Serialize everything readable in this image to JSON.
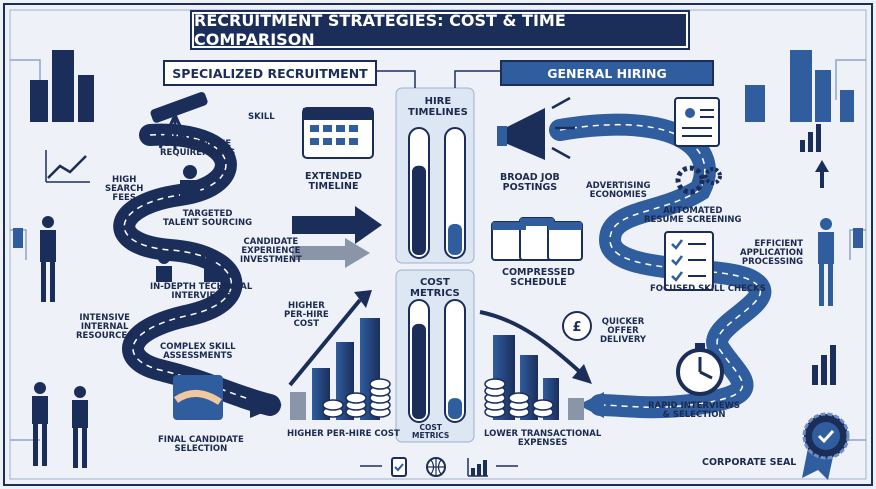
{
  "title": "RECRUITMENT STRATEGIES: COST & TIME COMPARISON",
  "left_banner": "SPECIALIZED RECRUITMENT",
  "right_banner": "GENERAL HIRING",
  "left_steps": {
    "skill": "SKILL",
    "define": "DEFINE NICHE\nREQUIREMENTS",
    "high_fees": "HIGH\nSEARCH\nFEES",
    "targeted": "TARGETED\nTALENT SOURCING",
    "candidate_exp": "CANDIDATE\nEXPERIENCE\nINVESTMENT",
    "interviews": "IN-DEPTH TECHNICAL\nINTERVIEWS",
    "intensive": "INTENSIVE\nINTERNAL\nRESOURCES",
    "assess": "COMPLEX SKILL\nASSESSMENTS",
    "final": "FINAL CANDIDATE\nSELECTION"
  },
  "center": {
    "extended": "EXTENDED\nTIMELINE",
    "hire_timelines": "HIRE\nTIMELINES",
    "cost_metrics": "COST\nMETRICS",
    "cost_metrics_bottom": "COST\nMETRICS",
    "higher_cost": "HIGHER\nPER-HIRE\nCOST",
    "higher_cost_bottom": "HIGHER PER-HIRE COST",
    "compressed": "COMPRESSED\nSCHEDULE",
    "broad_postings": "BROAD JOB\nPOSTINGS",
    "lower_expenses": "LOWER TRANSACTIONAL\nEXPENSES"
  },
  "right_steps": {
    "advertising": "ADVERTISING\nECONOMIES",
    "automated": "AUTOMATED\nRESUME SCREENING",
    "efficient": "EFFICIENT\nAPPLICATION\nPROCESSING",
    "focused": "FOCUSED SKILL CHECKS",
    "quicker": "QUICKER\nOFFER\nDELIVERY",
    "rapid": "RAPID INTERVIEWS\n& SELECTION"
  },
  "corporate_seal": "CORPORATE SEAL",
  "gauges": {
    "specialized_timeline": 0.72,
    "general_timeline": 0.25,
    "specialized_cost": 0.82,
    "general_cost": 0.18
  },
  "colors": {
    "navy": "#1b2e5a",
    "blue": "#2f5d9e",
    "light": "#dde6f3"
  }
}
